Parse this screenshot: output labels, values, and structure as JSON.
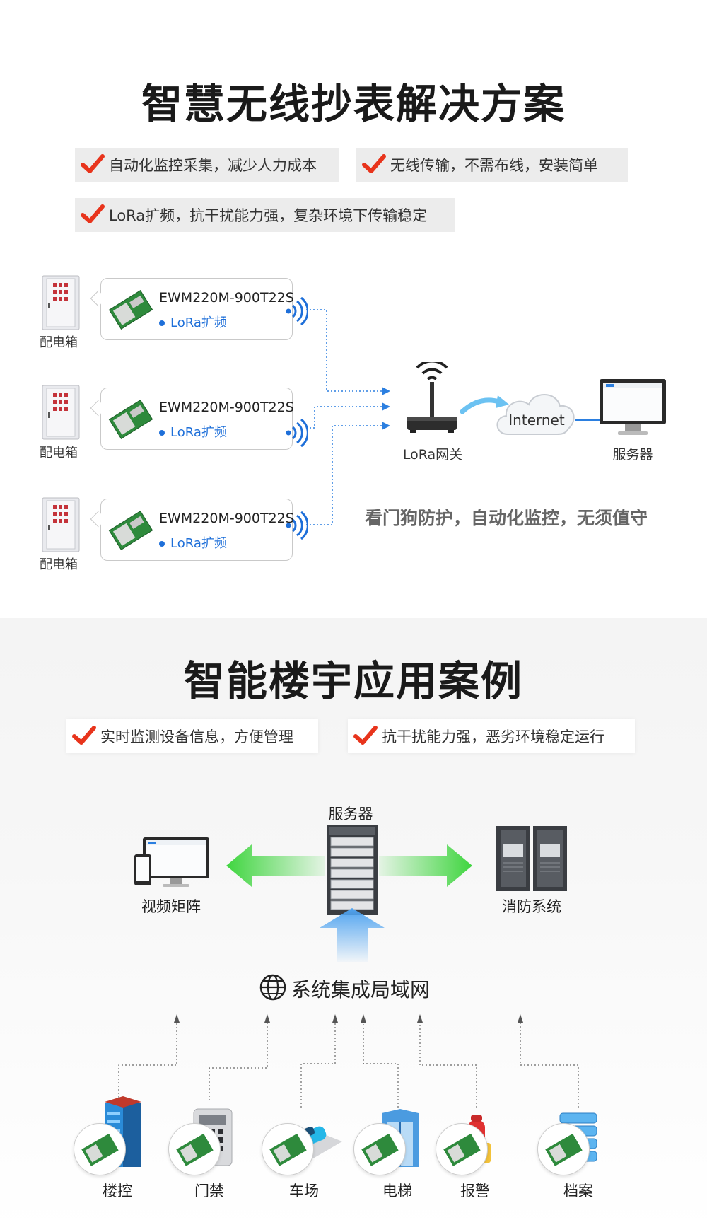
{
  "section1": {
    "title": "智慧无线抄表解决方案",
    "features": [
      "自动化监控采集，减少人力成本",
      "无线传输，不需布线，安装简单",
      "LoRa扩频，抗干扰能力强，复杂环境下传输稳定"
    ],
    "nodes": [
      {
        "cabinet_label": "配电箱",
        "model": "EWM220M-900T22S",
        "tag": "LoRa扩频"
      },
      {
        "cabinet_label": "配电箱",
        "model": "EWM220M-900T22S",
        "tag": "LoRa扩频"
      },
      {
        "cabinet_label": "配电箱",
        "model": "EWM220M-900T22S",
        "tag": "LoRa扩频"
      }
    ],
    "gateway_label": "LoRa网关",
    "cloud_label": "Internet",
    "server_label": "服务器",
    "slogan": "看门狗防护，自动化监控，无须值守"
  },
  "section2": {
    "title": "智能楼宇应用案例",
    "features": [
      "实时监测设备信息，方便管理",
      "抗干扰能力强，恶劣环境稳定运行"
    ],
    "server_label": "服务器",
    "left_label": "视频矩阵",
    "right_label": "消防系统",
    "lan_label": "系统集成局域网",
    "subsystems": [
      "楼控",
      "门禁",
      "车场",
      "电梯",
      "报警",
      "档案"
    ]
  },
  "colors": {
    "check": "#e8341c",
    "accent_blue": "#1e6fd9",
    "arrow_green": "#3fd53f",
    "arrow_blue": "#4fa3f0"
  }
}
